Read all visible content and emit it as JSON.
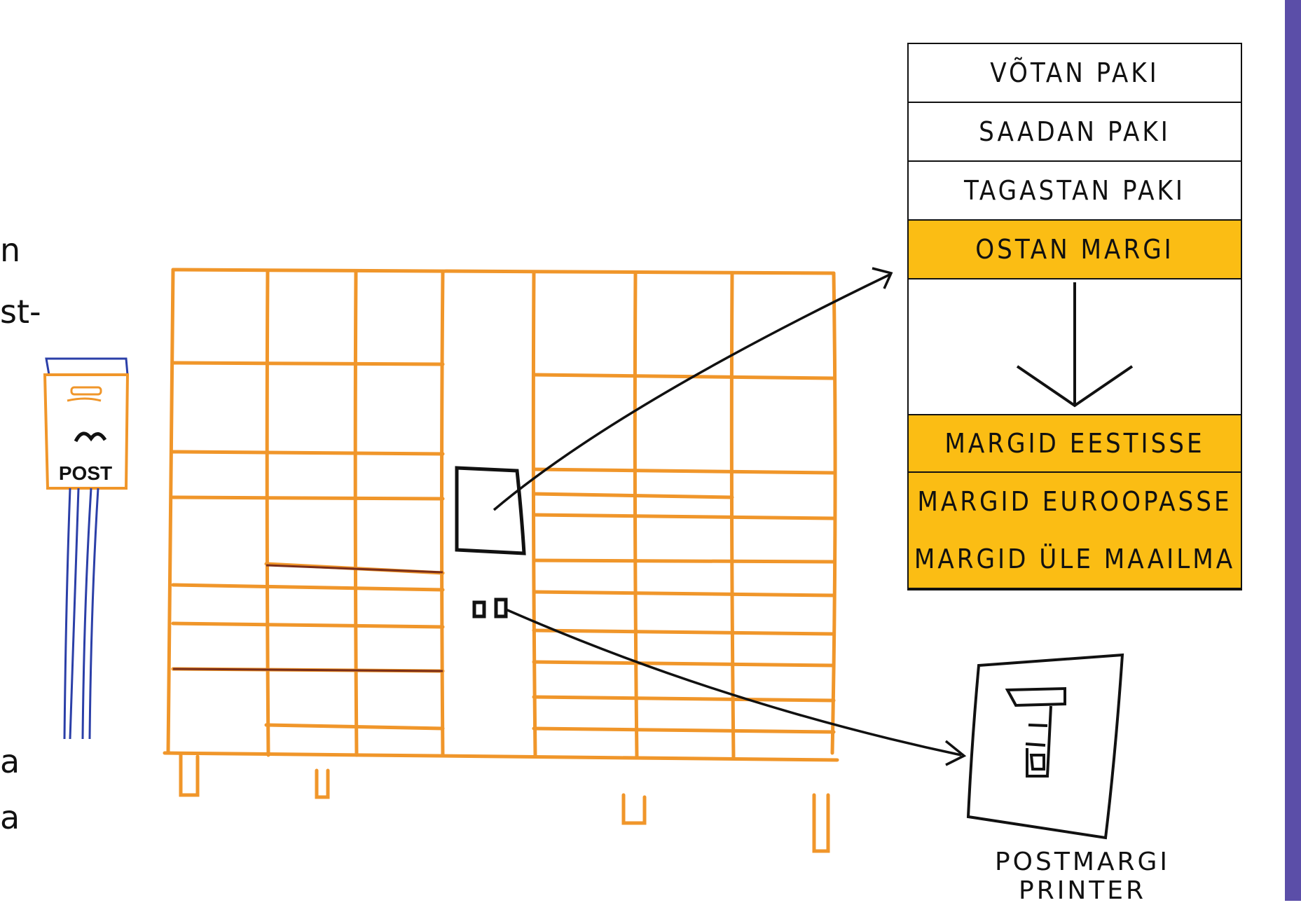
{
  "left_partial_text": [
    "n",
    "st-",
    "a",
    "a"
  ],
  "menu": {
    "items": [
      {
        "label": "VÕTAN PAKI",
        "highlighted": false
      },
      {
        "label": "SAADAN PAKI",
        "highlighted": false
      },
      {
        "label": "TAGASTAN PAKI",
        "highlighted": false
      },
      {
        "label": "OSTAN MARGI",
        "highlighted": true
      }
    ],
    "submenu": [
      {
        "label": "MARGID EESTISSE",
        "highlighted": true
      },
      {
        "label": "MARGID EUROOPASSE",
        "highlighted": true
      },
      {
        "label": "MARGID ÜLE MAAILMA",
        "highlighted": true
      }
    ]
  },
  "mailbox": {
    "label": "POST",
    "icon": "post-horn-icon"
  },
  "printer": {
    "label": "POSTMARGI PRINTER",
    "icon": "stamp-printer-icon"
  },
  "colors": {
    "highlight": "#FBBD14",
    "locker": "#F0962A",
    "mailbox_pole": "#2B3FA8",
    "sidebar": "#5B4EA8",
    "ink": "#111111"
  }
}
